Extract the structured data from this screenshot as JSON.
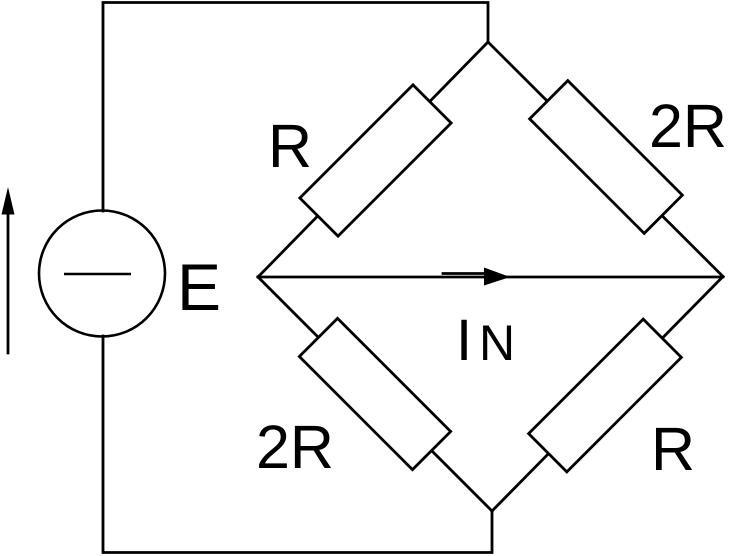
{
  "colors": {
    "stroke": "#000000",
    "background": "#ffffff",
    "resistor_fill": "#ffffff"
  },
  "source": {
    "label": "E"
  },
  "resistors": {
    "top_left": {
      "label": "R"
    },
    "top_right": {
      "label": "2R"
    },
    "bottom_left": {
      "label": "2R"
    },
    "bottom_right": {
      "label": "R"
    }
  },
  "current": {
    "symbol": "I",
    "subscript": "N"
  }
}
